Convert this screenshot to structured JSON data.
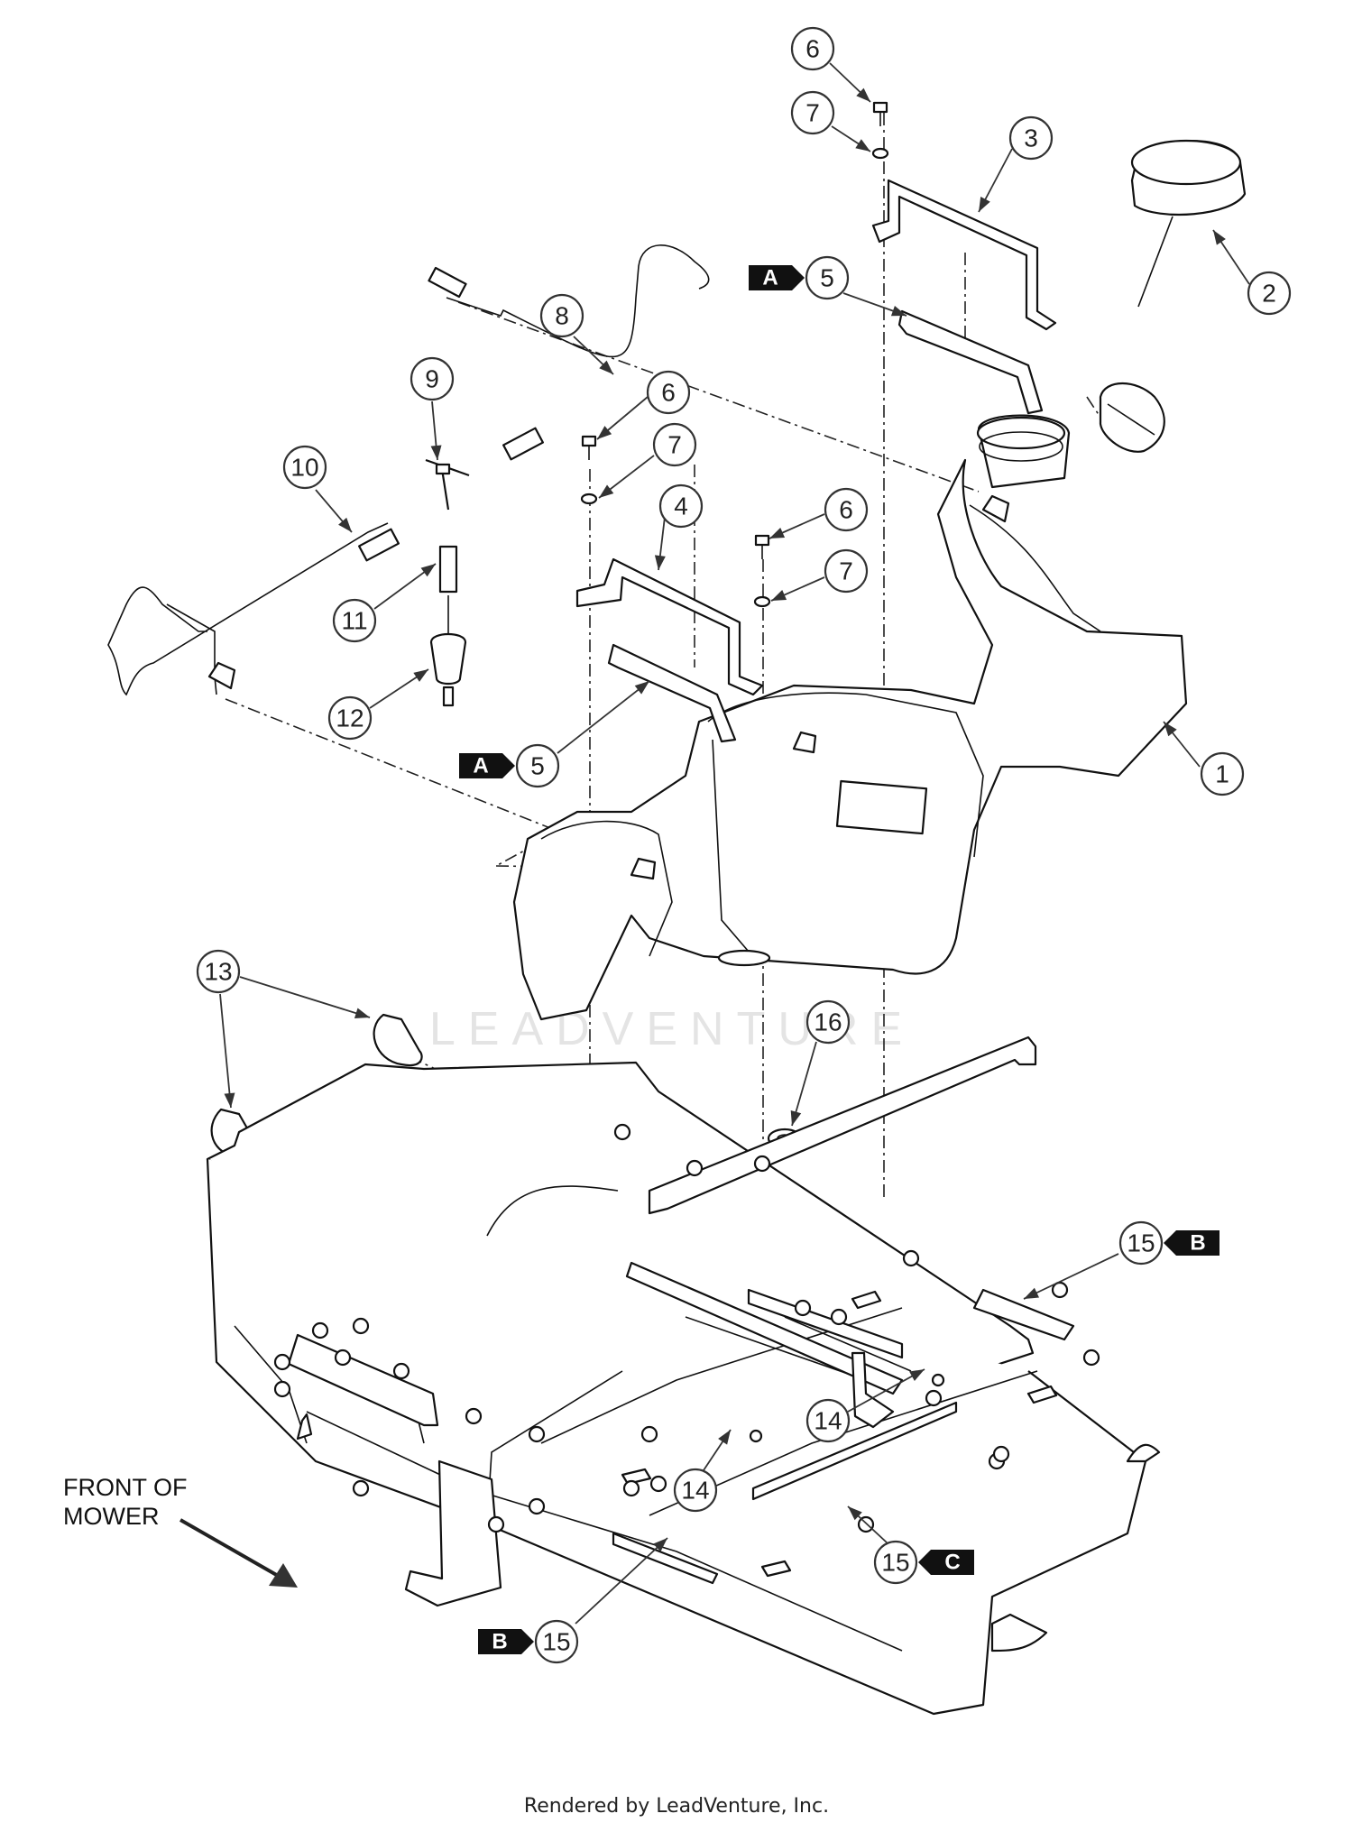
{
  "watermark_text": "LEADVENTURE",
  "front_label_line1": "FRONT OF",
  "front_label_line2": "MOWER",
  "footer_text": "Rendered by LeadVenture, Inc.",
  "callouts": [
    {
      "id": "c1",
      "number": "1",
      "tag": ""
    },
    {
      "id": "c2",
      "number": "2",
      "tag": ""
    },
    {
      "id": "c3",
      "number": "3",
      "tag": ""
    },
    {
      "id": "c4",
      "number": "4",
      "tag": ""
    },
    {
      "id": "c5a",
      "number": "5",
      "tag": "A"
    },
    {
      "id": "c5b",
      "number": "5",
      "tag": "A"
    },
    {
      "id": "c6a",
      "number": "6",
      "tag": ""
    },
    {
      "id": "c6b",
      "number": "6",
      "tag": ""
    },
    {
      "id": "c6c",
      "number": "6",
      "tag": ""
    },
    {
      "id": "c7a",
      "number": "7",
      "tag": ""
    },
    {
      "id": "c7b",
      "number": "7",
      "tag": ""
    },
    {
      "id": "c7c",
      "number": "7",
      "tag": ""
    },
    {
      "id": "c8",
      "number": "8",
      "tag": ""
    },
    {
      "id": "c9",
      "number": "9",
      "tag": ""
    },
    {
      "id": "c10",
      "number": "10",
      "tag": ""
    },
    {
      "id": "c11",
      "number": "11",
      "tag": ""
    },
    {
      "id": "c12",
      "number": "12",
      "tag": ""
    },
    {
      "id": "c13",
      "number": "13",
      "tag": ""
    },
    {
      "id": "c14a",
      "number": "14",
      "tag": ""
    },
    {
      "id": "c14b",
      "number": "14",
      "tag": ""
    },
    {
      "id": "c15a",
      "number": "15",
      "tag": "B"
    },
    {
      "id": "c15b",
      "number": "15",
      "tag": "C"
    },
    {
      "id": "c15c",
      "number": "15",
      "tag": "B"
    },
    {
      "id": "c16",
      "number": "16",
      "tag": ""
    }
  ]
}
